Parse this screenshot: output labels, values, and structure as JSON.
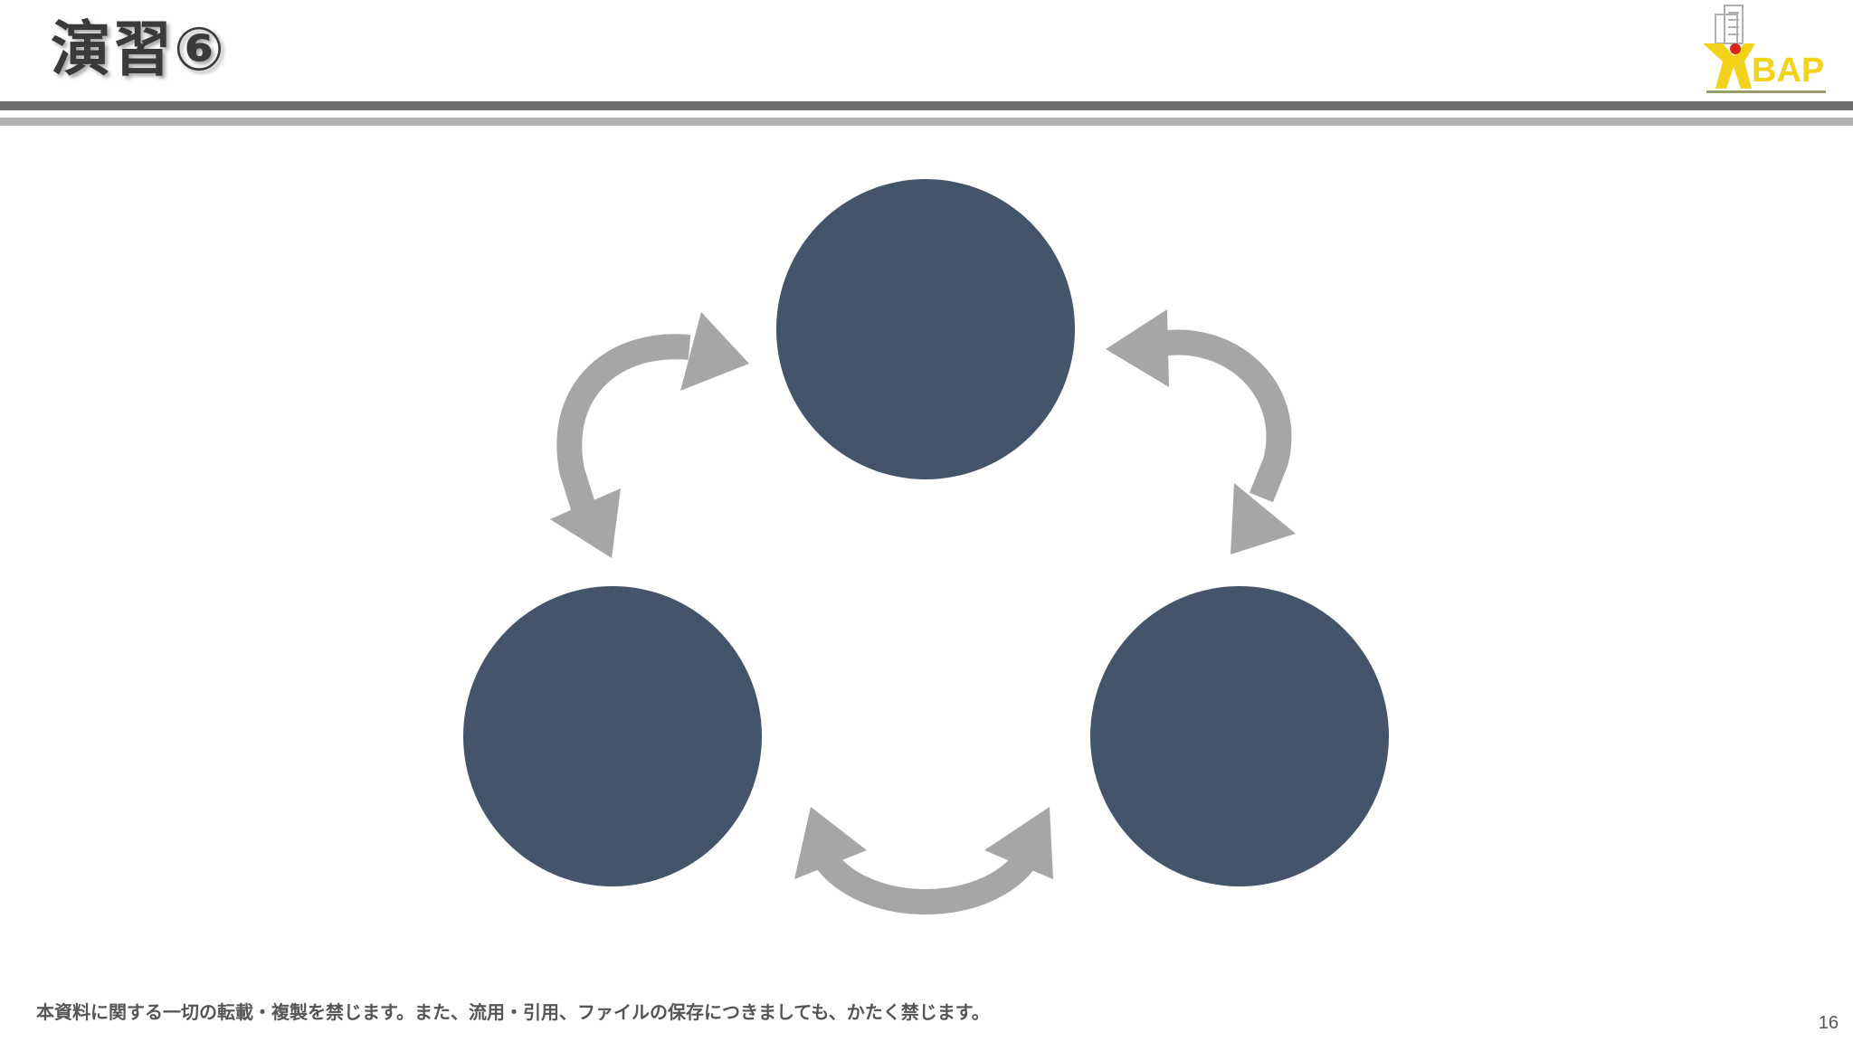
{
  "slide": {
    "title": "演習⑥",
    "copyright_notice": "本資料に関する一切の転載・複製を禁じます。また、流用・引用、ファイルの保存につきましても、かたく禁じます。",
    "page_number": "16"
  },
  "logo": {
    "text": "BAP",
    "color": "#f2d21a"
  },
  "diagram": {
    "circle_color": "#44546a",
    "arrow_color": "#a6a6a8",
    "nodes": [
      {
        "id": "top",
        "label": ""
      },
      {
        "id": "bottom-left",
        "label": ""
      },
      {
        "id": "bottom-right",
        "label": ""
      }
    ]
  }
}
